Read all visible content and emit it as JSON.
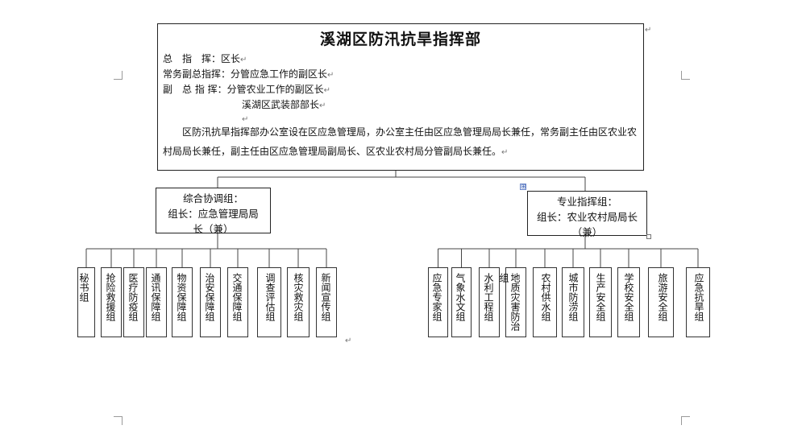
{
  "hq": {
    "title": "溪湖区防汛抗旱指挥部",
    "l1_role": "总　指　挥：",
    "l1_value": "区长",
    "l2_role": "常务副总指挥：",
    "l2_value": "分管应急工作的副区长",
    "l3_role": "副　总 指 挥：",
    "l3_value": "分管农业工作的副区长",
    "l4_value": "溪湖区武装部部长",
    "paragraph": "区防汛抗旱指挥部办公室设在区应急管理局，办公室主任由区应急管理局局长兼任，常务副主任由区农业农村局局长兼任，副主任由区应急管理局副局长、区农业农村局分管副局长兼任。"
  },
  "left_group": {
    "name": "综合协调组：",
    "leader_line1": "组长：应急管理局局",
    "leader_line2": "长（兼）",
    "subgroups": [
      "秘书组",
      "抢险救援组",
      "医疗防疫组",
      "通讯保障组",
      "物资保障组",
      "治安保障组",
      "交通保障组",
      "调查评估组",
      "核灾救灾组",
      "新闻宣传组"
    ]
  },
  "right_group": {
    "name": "专业指挥组：",
    "leader_line1": "组长：农业农村局局长",
    "leader_line2": "（兼）",
    "subgroups": [
      "应急专家组",
      "气象水文组",
      "水利工程组",
      "地质灾害防治组",
      "农村供水组",
      "城市防涝组",
      "生产安全组",
      "学校安全组",
      "旅游安全组",
      "应急抗旱组"
    ]
  },
  "colors": {
    "border": "#222222",
    "line": "#444444",
    "crop_mark": "#9a9a9a"
  },
  "icons": {
    "para_mark": "↵",
    "move_anchor": "⊞"
  }
}
